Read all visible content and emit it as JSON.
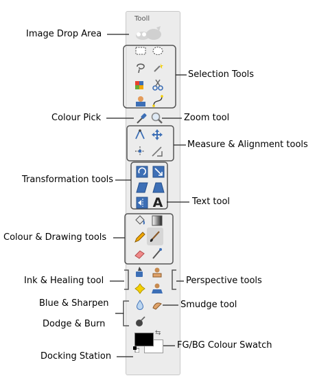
{
  "labels": {
    "image_drop_area": "Image Drop Area",
    "selection_tools": "Selection Tools",
    "colour_pick": "Colour Pick",
    "zoom_tool": "Zoom tool",
    "measure_alignment": "Measure & Alignment tools",
    "transformation_tools": "Transformation tools",
    "text_tool": "Text tool",
    "colour_drawing": "Colour & Drawing tools",
    "ink_healing": "Ink & Healing tool",
    "perspective_tools": "Perspective tools",
    "blue_sharpen": "Blue & Sharpen",
    "smudge_tool": "Smudge tool",
    "dodge_burn": "Dodge & Burn",
    "fg_bg_swatch": "FG/BG Colour Swatch",
    "docking_station": "Docking Station"
  },
  "toolbox": {
    "title": "Tooll",
    "text_tool_glyph": "A"
  },
  "colors": {
    "foreground": "#000000",
    "background": "#ffffff",
    "tool_blue": "#3d6fb6",
    "group_border": "#555555"
  }
}
